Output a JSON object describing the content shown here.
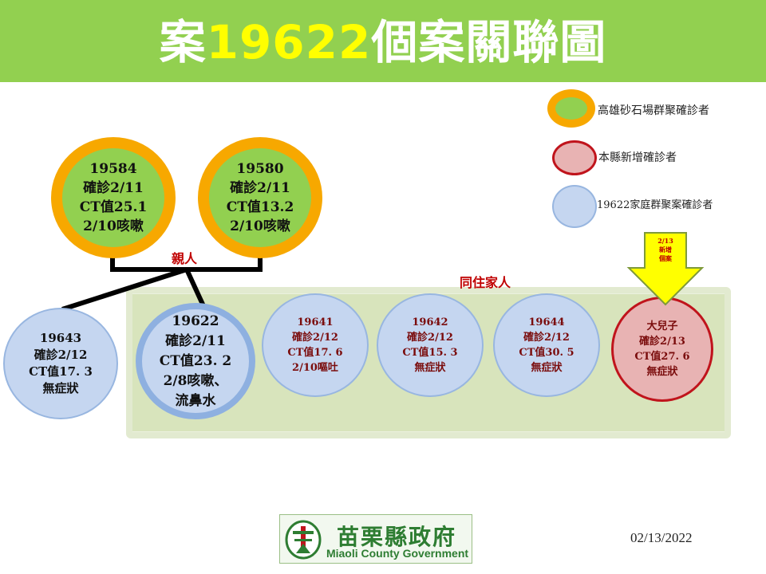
{
  "header": {
    "title_prefix": "案",
    "title_number": "19622",
    "title_suffix": "個案關聯圖"
  },
  "legend": {
    "cluster_label": "高雄砂石場群聚確診者",
    "new_label": "本縣新增確診者",
    "family_label": "19622家庭群聚案確診者"
  },
  "colors": {
    "banner": "#92d050",
    "title_highlight": "#ffff00",
    "cluster_fill": "#92d050",
    "cluster_ring": "#f7a800",
    "family_fill": "#c5d6f0",
    "new_fill": "#e8b3b3",
    "new_ring": "#c0141c",
    "label_red": "#c00000",
    "arrow_fill": "#ffff00"
  },
  "relations": {
    "relatives": "親人",
    "cohabitants": "同住家人"
  },
  "new_case_marker": {
    "lines": [
      "2/13",
      "新增",
      "個案"
    ]
  },
  "cases": {
    "c19584": {
      "lines": [
        "19584",
        "確診2/11",
        "CT值25.1",
        "2/10咳嗽"
      ]
    },
    "c19580": {
      "lines": [
        "19580",
        "確診2/11",
        "CT值13.2",
        "2/10咳嗽"
      ]
    },
    "c19643": {
      "lines": [
        "19643",
        "確診2/12",
        "CT值17. 3",
        "無症狀"
      ]
    },
    "c19622": {
      "lines": [
        "19622",
        "確診2/11",
        "CT值23. 2",
        "2/8咳嗽、",
        "流鼻水"
      ]
    },
    "c19641": {
      "lines": [
        "19641",
        "確診2/12",
        "CT值17. 6",
        "2/10嘔吐"
      ]
    },
    "c19642": {
      "lines": [
        "19642",
        "確診2/12",
        "CT值15. 3",
        "無症狀"
      ]
    },
    "c19644": {
      "lines": [
        "19644",
        "確診2/12",
        "CT值30. 5",
        "無症狀"
      ]
    },
    "son": {
      "lines": [
        "大兒子",
        "確診2/13",
        "CT值27. 6",
        "無症狀"
      ]
    }
  },
  "footer": {
    "logo_cn": "苗栗縣政府",
    "logo_en": "Miaoli County Government",
    "date": "02/13/2022"
  }
}
